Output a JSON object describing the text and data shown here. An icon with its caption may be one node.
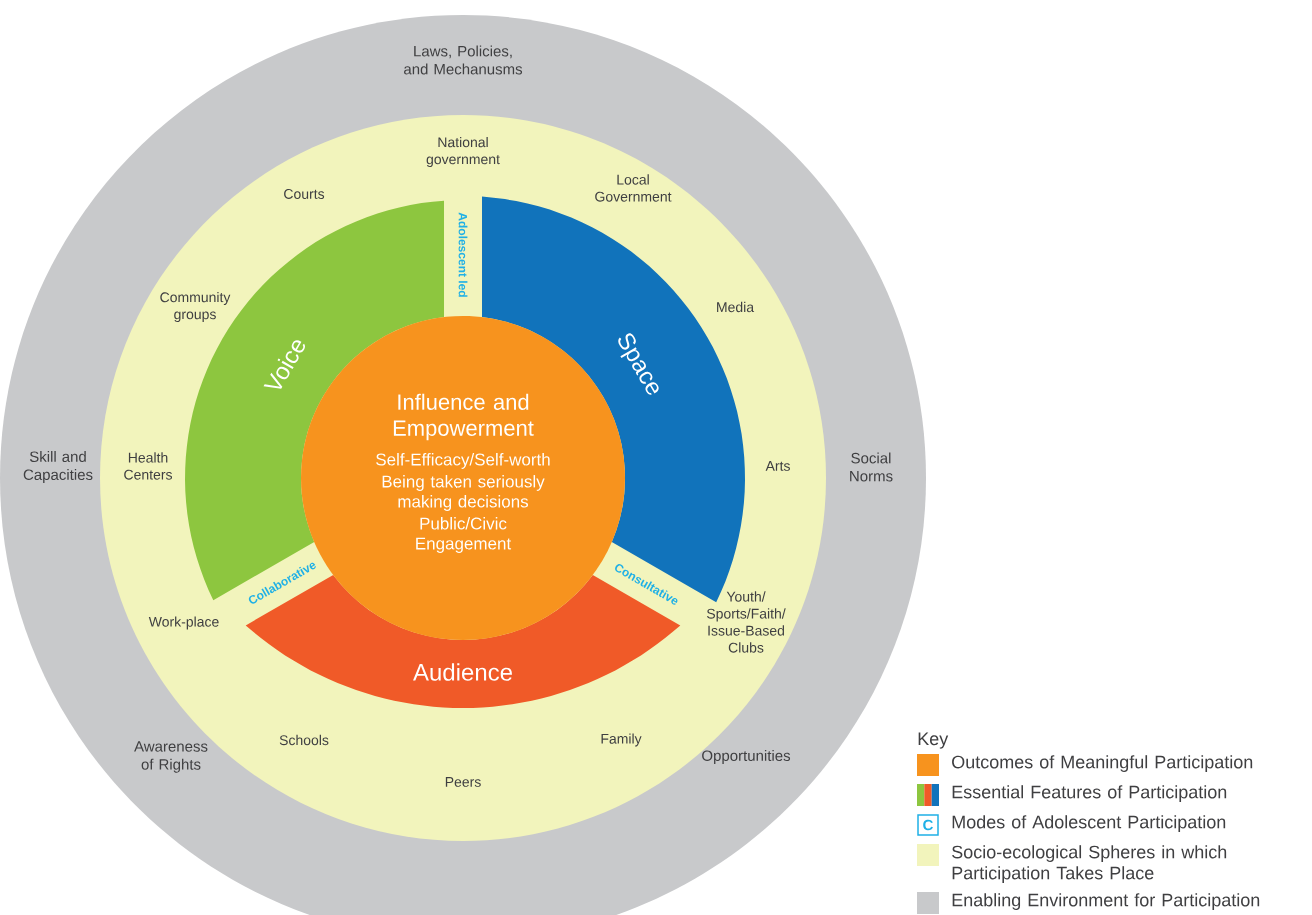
{
  "diagram": {
    "nodes": [
      {
        "text": [
          "Laws, Policies, and Mechanusms",
          "Skill and Capacities",
          "Social Norms",
          "Awareness of Rights",
          "Opportunities"
        ]
      },
      {
        "text": [
          "National government",
          "Courts",
          "Local Government",
          "Community groups",
          "Media",
          "Health Centers",
          "Arts",
          "Work-place",
          "Youth/ Sports/Faith/ Issue-Based Clubs",
          "Schools",
          "Family",
          "Peers"
        ],
        "in": 0
      },
      {
        "text": [
          "Voice"
        ],
        "in": 1
      },
      {
        "text": [
          "Space"
        ],
        "in": 1
      },
      {
        "text": [
          "Audience"
        ],
        "in": 1
      },
      {
        "text": [
          "Influence and Empowerment",
          "Self-Efficacy/Self-worth",
          "Being taken seriously making decisions",
          "Public/Civic Engagement"
        ],
        "in": 1
      }
    ],
    "edges": [],
    "labels": [
      "Adolescent led",
      "Collaborative",
      "Consultative",
      "Key",
      "C"
    ],
    "legend": [
      {
        "text": "Outcomes of Meaningful Participation",
        "color": "#f7931e"
      },
      {
        "text": "Essential Features of Participation"
      },
      {
        "text": "Modes of Adolescent Participation"
      },
      {
        "text": "Socio-ecological Spheres in which Participation Takes Place",
        "color": "#f2f4bc"
      },
      {
        "text": "Enabling Environment for Participation",
        "color": "#c8c9cb"
      }
    ]
  }
}
